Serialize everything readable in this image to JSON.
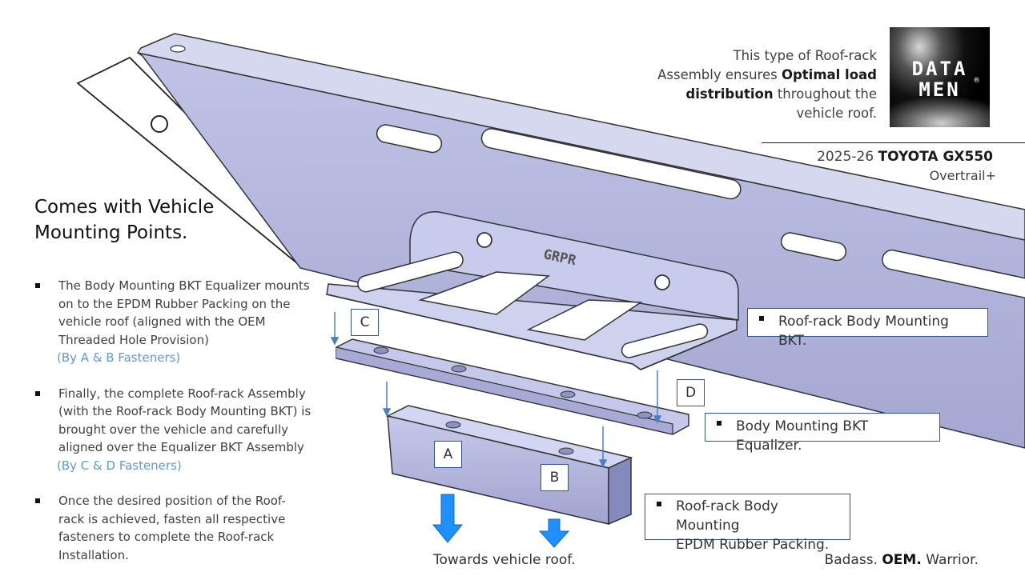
{
  "intro": {
    "l1": "This type of Roof-rack",
    "l2a": "Assembly ensures ",
    "l2b": "Optimal load",
    "l3a": "distribution",
    "l3b": " throughout the",
    "l4": "vehicle roof."
  },
  "logo": {
    "line1": "DATA",
    "line2": "MEN",
    "reg": "®"
  },
  "model": {
    "year": "2025-26 ",
    "name": "TOYOTA GX550",
    "trim": "Overtrail+"
  },
  "heading": {
    "line1": "Comes with Vehicle",
    "line2": "Mounting Points."
  },
  "bullets": [
    {
      "text": "The Body Mounting BKT Equalizer mounts on to the EPDM Rubber Packing on the vehicle roof (aligned with the OEM Threaded Hole Provision)",
      "fasteners": "(By A & B Fasteners)"
    },
    {
      "text": "Finally, the complete Roof-rack Assembly (with the Roof-rack Body Mounting BKT) is brought over the vehicle and carefully aligned over the Equalizer BKT Assembly",
      "fasteners": "(By C & D Fasteners)"
    },
    {
      "text": "Once the desired position of the Roof-rack is achieved, fasten all respective fasteners to complete the Roof-rack Installation.",
      "fasteners": ""
    }
  ],
  "callouts": {
    "body_bkt": "Roof-rack Body Mounting BKT.",
    "equalizer": "Body Mounting BKT Equalizer.",
    "epdm_line1": "Roof-rack Body Mounting",
    "epdm_line2": "EPDM Rubber Packing."
  },
  "letters": {
    "a": "A",
    "b": "B",
    "c": "C",
    "d": "D"
  },
  "bracket_stamp": "GRPR",
  "footer": {
    "towards": "Towards vehicle roof.",
    "tag1": "Badass. ",
    "tag2": "OEM.",
    "tag3": " Warrior."
  },
  "colors": {
    "part_fill": "#b7bbe0",
    "part_dark": "#8e92c2",
    "arrow_blue": "#1e90ff",
    "guide_blue": "#4a7fc8",
    "fastener_text": "#5b9bd5",
    "callout_border": "#2f5597"
  }
}
